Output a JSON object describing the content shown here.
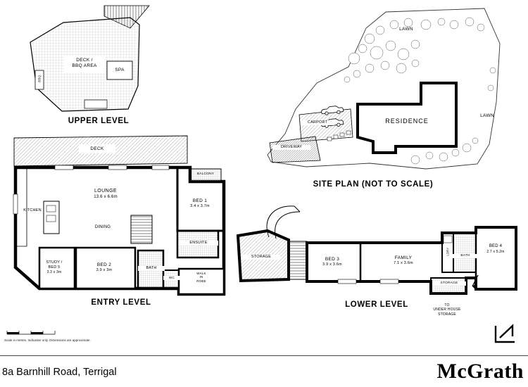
{
  "upper_level": {
    "title": "UPPER LEVEL",
    "deck_line1": "DECK /",
    "deck_line2": "BBQ AREA",
    "spa": "SPA",
    "bbq": "BBQ"
  },
  "site_plan": {
    "title": "SITE PLAN (NOT TO SCALE)",
    "lawn_top": "LAWN",
    "lawn_right": "LAWN",
    "residence": "RESIDENCE",
    "carport": "CARPORT",
    "driveway": "DRIVEWAY"
  },
  "entry_level": {
    "title": "ENTRY LEVEL",
    "deck": "DECK",
    "balcony": "BALCONY",
    "lounge": "LOUNGE",
    "lounge_dim": "13.6 x 6.6m",
    "kitchen": "KITCHEN",
    "dining": "DINING",
    "bed1": "BED 1",
    "bed1_dim": "3.4 x 3.7m",
    "ensuite": "ENSUITE",
    "study_line1": "STUDY /",
    "study_line2": "BED 5",
    "study_dim": "3.3 x 3m",
    "bed2": "BED 2",
    "bed2_dim": "3.9 x 3m",
    "bath": "BATH",
    "wc": "WC",
    "robe_line1": "WALK",
    "robe_line2": "IN",
    "robe_line3": "ROBE"
  },
  "lower_level": {
    "title": "LOWER LEVEL",
    "storage_left": "STORAGE",
    "bed3": "BED 3",
    "bed3_dim": "3.9 x 3.6m",
    "family": "FAMILY",
    "family_dim": "7.1 x 3.6m",
    "ldry": "LDRY",
    "bath": "BATH",
    "bed4": "BED 4",
    "bed4_dim": "2.7 x 5.2m",
    "storage_bottom": "STORAGE",
    "under_line1": "TO",
    "under_line2": "UNDER HOUSE",
    "under_line3": "STORAGE"
  },
  "footer": {
    "address": "8a Barnhill Road, Terrigal",
    "brand": "McGrath",
    "scale_note": "Scale in metres. Indicative only. Dimensions are approximate."
  }
}
